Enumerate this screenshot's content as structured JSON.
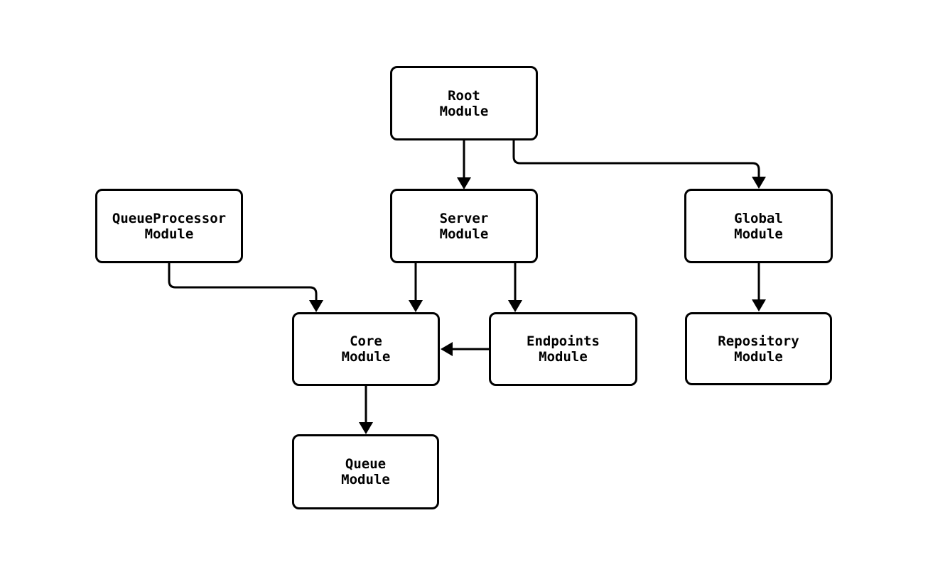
{
  "diagram": {
    "title": "module-dependency-diagram",
    "colors": {
      "background": "#ffffff",
      "node_fill": "#ffffff",
      "node_border": "#000000",
      "edge_stroke": "#000000",
      "text": "#000000"
    },
    "nodes": [
      {
        "id": "root",
        "line1": "Root",
        "line2": "Module"
      },
      {
        "id": "queueprocessor",
        "line1": "QueueProcessor",
        "line2": "Module"
      },
      {
        "id": "server",
        "line1": "Server",
        "line2": "Module"
      },
      {
        "id": "global",
        "line1": "Global",
        "line2": "Module"
      },
      {
        "id": "core",
        "line1": "Core",
        "line2": "Module"
      },
      {
        "id": "endpoints",
        "line1": "Endpoints",
        "line2": "Module"
      },
      {
        "id": "repository",
        "line1": "Repository",
        "line2": "Module"
      },
      {
        "id": "queue",
        "line1": "Queue",
        "line2": "Module"
      }
    ],
    "edges": [
      {
        "from": "Root Module",
        "to": "Server Module"
      },
      {
        "from": "Root Module",
        "to": "Global Module"
      },
      {
        "from": "QueueProcessor Module",
        "to": "Core Module"
      },
      {
        "from": "Server Module",
        "to": "Core Module"
      },
      {
        "from": "Server Module",
        "to": "Endpoints Module"
      },
      {
        "from": "Endpoints Module",
        "to": "Core Module"
      },
      {
        "from": "Global Module",
        "to": "Repository Module"
      },
      {
        "from": "Core Module",
        "to": "Queue Module"
      }
    ]
  }
}
